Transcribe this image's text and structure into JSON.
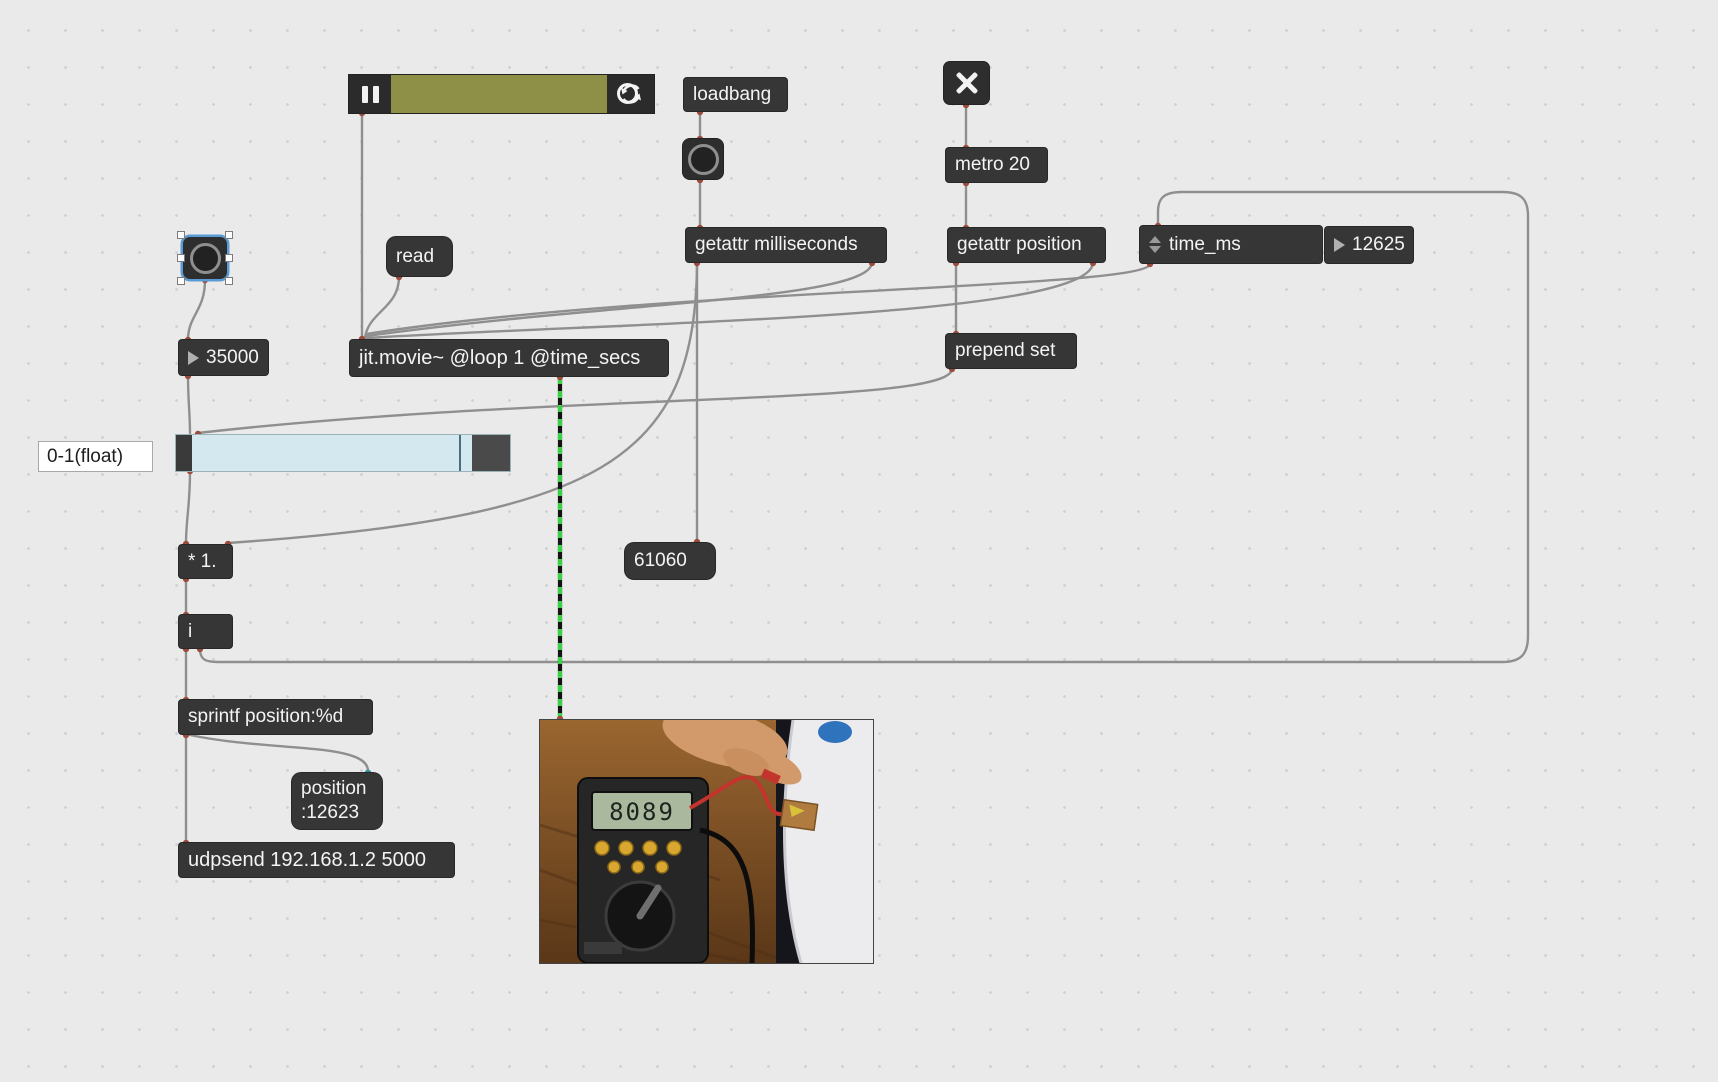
{
  "objects": {
    "loadbang": "loadbang",
    "metro": "metro 20",
    "getattr_milliseconds": "getattr milliseconds",
    "getattr_position": "getattr position",
    "jit_movie": "jit.movie~ @loop 1 @time_secs",
    "prepend_set": "prepend set",
    "multiply": "* 1.",
    "int_box": "i",
    "sprintf": "sprintf position:%d",
    "udpsend": "udpsend 192.168.1.2 5000"
  },
  "messages": {
    "read": "read",
    "value_61060": "61060",
    "position_line1": "position",
    "position_line2": ":12623"
  },
  "numbers": {
    "n35000": "35000",
    "n12625": "12625",
    "time_ms_label": "time_ms"
  },
  "comment": {
    "text": "0-1(float)"
  },
  "pwindow": {
    "meter_display": "8089"
  },
  "colors": {
    "box_bg": "#363636",
    "cord": "#8f8f8f",
    "jit_cord_green": "#3ecf4a",
    "selection": "#5b9bd5",
    "playbar_track": "#8f9048",
    "slider_track": "#d4e9ef"
  }
}
